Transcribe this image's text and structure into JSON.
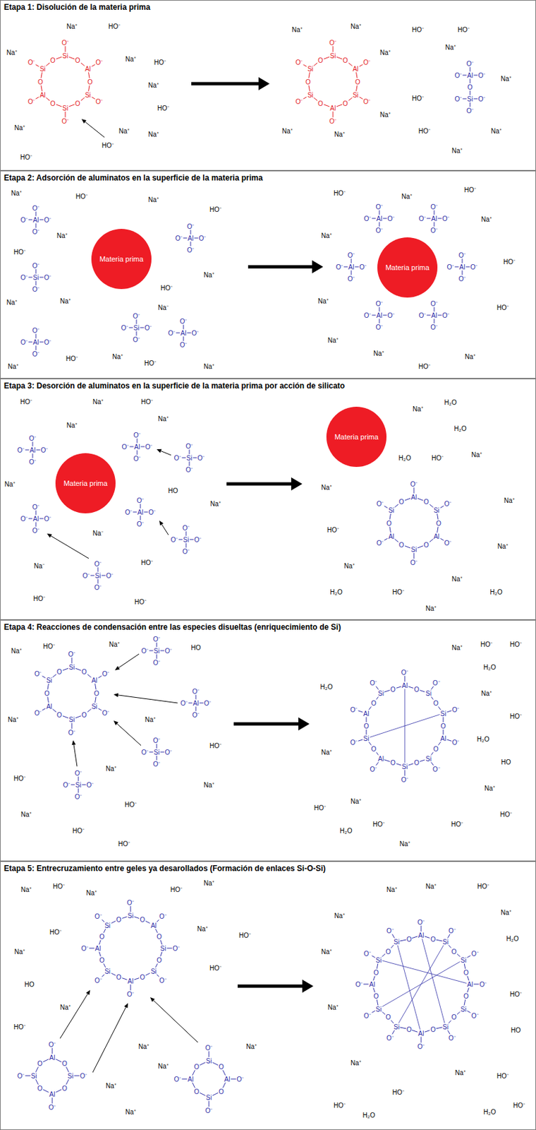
{
  "diagram": {
    "nodes": [
      {
        "text": [
          "Etapa 1: Disolución de la materia prima"
        ]
      },
      {
        "text": [
          "Etapa 2: Adsorción de aluminatos en la superficie de la materia prima"
        ]
      },
      {
        "text": [
          "Materia prima"
        ],
        "in": 1
      },
      {
        "text": [
          "Materia prima"
        ],
        "in": 1
      },
      {
        "text": [
          "Etapa 3: Desorción de aluminatos en la superficie de la materia prima por acción de silicato"
        ]
      },
      {
        "text": [
          "Materia prima"
        ],
        "in": 4
      },
      {
        "text": [
          "Materia prima"
        ],
        "in": 4
      },
      {
        "text": [
          "Etapa 4: Reacciones de condensación entre las especies disueltas (enriquecimiento de Si)"
        ]
      },
      {
        "text": [
          "Etapa 5: Entrecruzamiento entre geles ya desarollados (Formación de enlaces Si-O-Si)"
        ]
      }
    ],
    "labels": [
      "Na⁺",
      "Na⁺",
      "HO⁻",
      "Na⁺",
      "HO⁻",
      "Na⁺",
      "HO⁻",
      "Na⁺",
      "HO⁻",
      "Na⁺",
      "Na⁺",
      "HO⁻",
      "Si",
      "O",
      "O⁻",
      "Al",
      "O",
      "O⁻",
      "Si",
      "O",
      "O⁻",
      "Si",
      "O",
      "O⁻",
      "Al",
      "O",
      "O⁻",
      "Si",
      "O",
      "O⁻",
      "Na⁺",
      "Na⁺",
      "Na⁺",
      "Na⁺",
      "Na⁺",
      "Na⁺",
      "HO⁻",
      "HO⁻",
      "Na⁺",
      "HO⁻",
      "HO⁻",
      "Na⁺",
      "Na⁺",
      "Na⁺",
      "Si",
      "O",
      "O⁻",
      "Al",
      "O",
      "O⁻",
      "Si",
      "O",
      "O⁻",
      "Al",
      "O",
      "O⁻",
      "Si",
      "O",
      "O⁻",
      "Si",
      "O",
      "O⁻",
      "Al",
      "O⁻",
      "O⁻",
      "O⁻",
      "O",
      "Si",
      "O⁻",
      "O⁻",
      "O⁻",
      "Na⁺",
      "HO⁻",
      "Na⁺",
      "Na⁺",
      "HO⁻",
      "Na⁺",
      "Na⁺",
      "HO⁻",
      "Na⁺",
      "Na⁺",
      "HO⁻",
      "Na⁻",
      "HO⁻",
      "Na⁺",
      "HO⁻",
      "Na⁺",
      "Al",
      "O⁻",
      "O⁻",
      "O⁻",
      "O⁻",
      "Al",
      "O⁻",
      "O⁻",
      "O⁻",
      "O⁻",
      "Si",
      "O⁻",
      "O⁻",
      "O⁻",
      "O⁻",
      "Si",
      "O⁻",
      "O⁻",
      "O⁻",
      "O⁻",
      "Al",
      "O⁻",
      "O⁻",
      "O⁻",
      "O⁻",
      "Al",
      "O⁻",
      "O⁻",
      "O⁻",
      "O⁻",
      "HO⁻",
      "Na⁺",
      "HO⁻",
      "Na⁺",
      "HO⁻",
      "HO⁻",
      "Na⁺",
      "HO⁻",
      "Na⁺",
      "Na⁺",
      "Na⁺",
      "Na⁺",
      "Al",
      "O⁻",
      "O⁻",
      "O⁻",
      "O⁻",
      "Al",
      "O⁻",
      "O⁻",
      "O⁻",
      "O⁻",
      "Al",
      "O⁻",
      "O⁻",
      "O⁻",
      "O⁻",
      "Al",
      "O⁻",
      "O⁻",
      "O⁻",
      "O⁻",
      "Al",
      "O⁻",
      "O⁻",
      "O⁻",
      "O⁻",
      "Al",
      "O⁻",
      "O⁻",
      "O⁻",
      "O⁻",
      "HO⁻",
      "Na⁺",
      "HO⁻",
      "Na⁺",
      "Na⁺",
      "Na⁺",
      "HO",
      "Na⁻",
      "HO⁻",
      "Na⁻",
      "HO⁻",
      "HO⁻",
      "Na⁺",
      "Al",
      "O⁻",
      "O⁻",
      "O⁻",
      "O⁻",
      "Al",
      "O⁻",
      "O⁻",
      "O⁻",
      "O⁻",
      "Al",
      "O⁻",
      "O⁻",
      "O⁻",
      "O⁻",
      "Al",
      "O⁻",
      "O⁻",
      "O⁻",
      "O⁻",
      "Si",
      "O⁻",
      "O⁻",
      "O⁻",
      "O⁻",
      "Si",
      "O⁻",
      "O⁻",
      "O⁻",
      "O⁻",
      "Si",
      "O⁻",
      "O⁻",
      "O⁻",
      "O⁻",
      "Na⁺",
      "H₂O",
      "H₂O",
      "H₂O",
      "HO⁻",
      "Na⁺",
      "Na⁺",
      "HO⁻",
      "Na⁺",
      "Na⁺",
      "Na⁺",
      "H₂O",
      "HO⁻",
      "Na⁺",
      "Na⁺",
      "H₂O",
      "Al",
      "O",
      "O⁻",
      "Si",
      "O",
      "O⁻",
      "Al",
      "O",
      "O⁻",
      "Si",
      "O",
      "O⁻",
      "Al",
      "O",
      "O⁻",
      "Si",
      "O",
      "O⁻",
      "Na⁺",
      "HO⁻",
      "Na⁺",
      "HO",
      "Na⁺",
      "HO⁻",
      "Na⁺",
      "Na⁺",
      "HO⁻",
      "Na⁺",
      "HO⁻",
      "HO⁻",
      "HO⁻",
      "Na⁺",
      "Si",
      "O",
      "O⁻",
      "Al",
      "O",
      "O⁻",
      "Si",
      "O",
      "O⁻",
      "Si",
      "O",
      "O⁻",
      "Al",
      "O",
      "O⁻",
      "Si",
      "O",
      "O⁻",
      "Si",
      "O⁻",
      "O⁻",
      "O⁻",
      "O⁻",
      "Al",
      "O⁻",
      "O⁻",
      "O⁻",
      "O⁻",
      "Si",
      "O⁻",
      "O⁻",
      "O⁻",
      "O⁻",
      "Si",
      "O⁻",
      "O⁻",
      "O⁻",
      "O⁻",
      "Na⁺",
      "HO⁻",
      "HO⁻",
      "H₂O",
      "Na⁺",
      "HO⁻",
      "H₂O",
      "HO",
      "Na⁺",
      "HO⁻",
      "Na⁺",
      "H₂O",
      "HO⁻",
      "Na⁺",
      "HO⁻",
      "Na⁺",
      "HO⁻",
      "H₂O",
      "Al",
      "O",
      "O⁻",
      "Si",
      "O",
      "O⁻",
      "Si",
      "O",
      "O⁻",
      "Al",
      "O",
      "O⁻",
      "Si",
      "O",
      "O⁻",
      "Si",
      "O",
      "O⁻",
      "Al",
      "O",
      "O⁻",
      "Si",
      "O",
      "O⁻",
      "Al",
      "O",
      "O⁻",
      "Si",
      "O",
      "O⁻",
      "Na⁺",
      "HO⁻",
      "Na⁺",
      "HO⁻",
      "Na⁺",
      "Na⁺",
      "HO⁻",
      "Na⁺",
      "HO",
      "HO⁻",
      "Na⁺",
      "HO⁻",
      "Na⁺",
      "Na⁺",
      "HO⁻",
      "Na⁺",
      "Na⁺",
      "Na⁺",
      "Si",
      "O",
      "O⁻",
      "Al",
      "O",
      "O⁻",
      "Si",
      "O",
      "O⁻",
      "Si",
      "O",
      "O⁻",
      "Al",
      "O",
      "O⁻",
      "Si",
      "O",
      "O⁻",
      "Al",
      "O",
      "O⁻",
      "Si",
      "O",
      "O⁻",
      "Al",
      "O",
      "O⁻",
      "Si",
      "O",
      "O⁻",
      "Al",
      "O",
      "O⁻",
      "Si",
      "O",
      "O⁻",
      "Si",
      "O",
      "O⁻",
      "Al",
      "O",
      "O⁻",
      "Si",
      "O",
      "O⁻",
      "Al",
      "O",
      "O⁻",
      "Na⁺",
      "Na⁺",
      "HO⁻",
      "Na⁺",
      "H₂O",
      "Na⁺",
      "Na⁺",
      "Na⁺",
      "Na⁺",
      "HO⁻",
      "H₂O",
      "HO⁻",
      "Na⁺",
      "HO⁻",
      "H₂O",
      "HO⁻",
      "HO",
      "HO⁻",
      "Al",
      "O",
      "O⁻",
      "Si",
      "O",
      "O⁻",
      "Si",
      "O",
      "O⁻",
      "Al",
      "O",
      "O⁻",
      "Si",
      "O",
      "O⁻",
      "Si",
      "O",
      "O⁻",
      "Al",
      "O",
      "O⁻",
      "Si",
      "O",
      "O⁻",
      "Si",
      "O",
      "O⁻",
      "Al",
      "O",
      "O⁻",
      "Si",
      "O",
      "O⁻",
      "Si",
      "O",
      "O⁻"
    ]
  }
}
